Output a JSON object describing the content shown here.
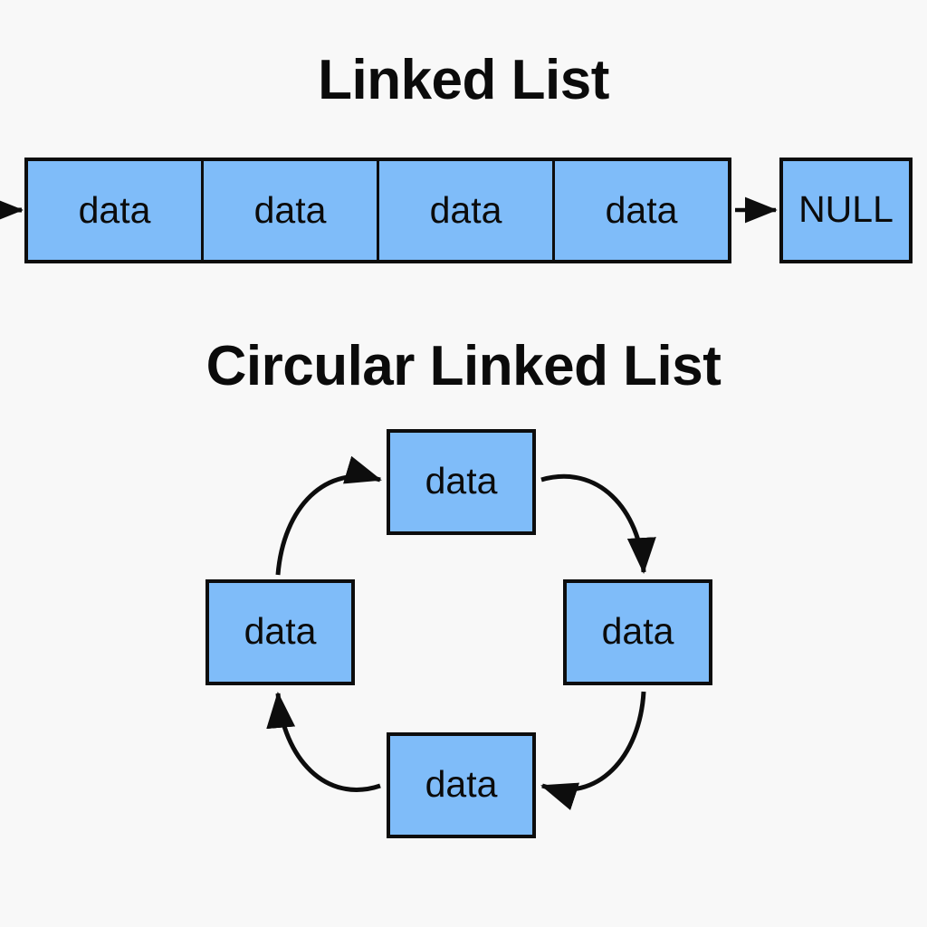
{
  "background_color": "#f8f8f8",
  "node_fill_color": "#7fbcf9",
  "node_border_color": "#0d0d0d",
  "text_color": "#0b0b0b",
  "diagrams": [
    {
      "id": "linked-list",
      "title": "Linked List",
      "type": "singly-linked-list",
      "nodes": [
        {
          "label": "data"
        },
        {
          "label": "data"
        },
        {
          "label": "data"
        },
        {
          "label": "data"
        }
      ],
      "terminator": {
        "label": "NULL"
      },
      "arrows": [
        {
          "name": "head-entry-arrow",
          "from": "head-pointer",
          "to": "node-1",
          "direction": "right"
        },
        {
          "name": "tail-to-null-arrow",
          "from": "node-4",
          "to": "null-node",
          "direction": "right"
        }
      ]
    },
    {
      "id": "circular-linked-list",
      "title": "Circular Linked List",
      "type": "circular-linked-list",
      "flow": "clockwise",
      "nodes": [
        {
          "position": "top",
          "label": "data"
        },
        {
          "position": "right",
          "label": "data"
        },
        {
          "position": "bottom",
          "label": "data"
        },
        {
          "position": "left",
          "label": "data"
        }
      ],
      "arrows": [
        {
          "name": "arc-left-to-top",
          "from": "left",
          "to": "top"
        },
        {
          "name": "arc-top-to-right",
          "from": "top",
          "to": "right"
        },
        {
          "name": "arc-right-to-bottom",
          "from": "right",
          "to": "bottom"
        },
        {
          "name": "arc-bottom-to-left",
          "from": "bottom",
          "to": "left"
        }
      ]
    }
  ]
}
